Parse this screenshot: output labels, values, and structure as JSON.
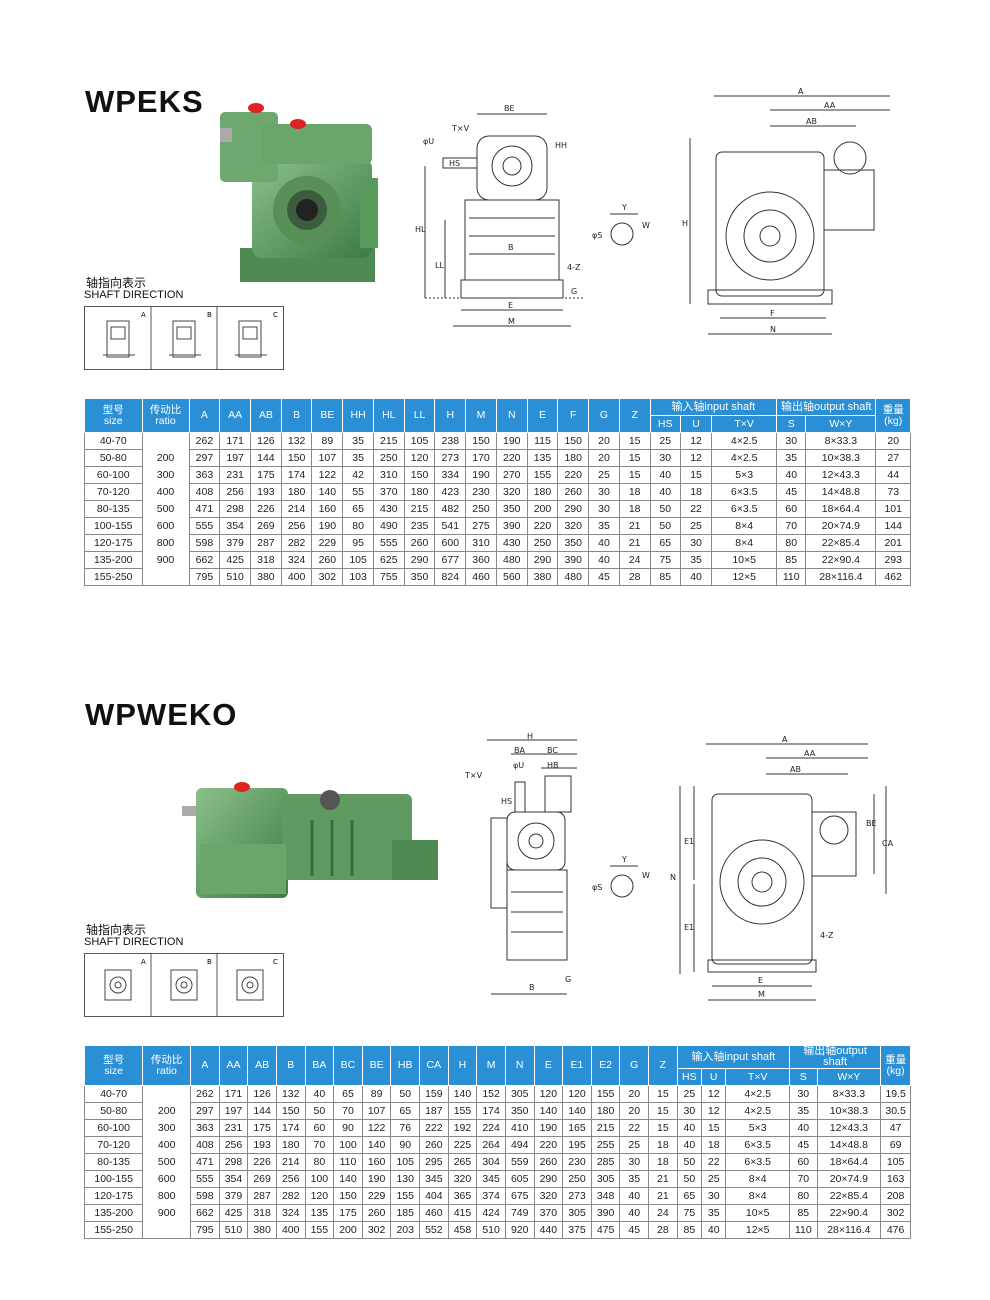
{
  "section1": {
    "title": "WPEKS",
    "shaft_cn": "轴指向表示",
    "shaft_en": "SHAFT DIRECTION",
    "shaft_panels": [
      "A",
      "B",
      "C"
    ],
    "headers": {
      "size_cn": "型号",
      "size_en": "size",
      "ratio_cn": "传动比",
      "ratio_en": "ratio",
      "dims": [
        "A",
        "AA",
        "AB",
        "B",
        "BE",
        "HH",
        "HL",
        "LL",
        "H",
        "M",
        "N",
        "E",
        "F",
        "G",
        "Z"
      ],
      "input_group": "输入轴input shaft",
      "input_cols": [
        "HS",
        "U",
        "T×V"
      ],
      "output_group": "输出轴output shaft",
      "output_cols": [
        "S",
        "W×Y"
      ],
      "weight_cn": "重量",
      "weight_en": "(kg)"
    },
    "ratios": [
      "200",
      "300",
      "400",
      "500",
      "600",
      "800",
      "900"
    ],
    "rows": [
      [
        "40-70",
        "262",
        "171",
        "126",
        "132",
        "89",
        "35",
        "215",
        "105",
        "238",
        "150",
        "190",
        "115",
        "150",
        "20",
        "15",
        "25",
        "12",
        "4×2.5",
        "30",
        "8×33.3",
        "20"
      ],
      [
        "50-80",
        "297",
        "197",
        "144",
        "150",
        "107",
        "35",
        "250",
        "120",
        "273",
        "170",
        "220",
        "135",
        "180",
        "20",
        "15",
        "30",
        "12",
        "4×2.5",
        "35",
        "10×38.3",
        "27"
      ],
      [
        "60-100",
        "363",
        "231",
        "175",
        "174",
        "122",
        "42",
        "310",
        "150",
        "334",
        "190",
        "270",
        "155",
        "220",
        "25",
        "15",
        "40",
        "15",
        "5×3",
        "40",
        "12×43.3",
        "44"
      ],
      [
        "70-120",
        "408",
        "256",
        "193",
        "180",
        "140",
        "55",
        "370",
        "180",
        "423",
        "230",
        "320",
        "180",
        "260",
        "30",
        "18",
        "40",
        "18",
        "6×3.5",
        "45",
        "14×48.8",
        "73"
      ],
      [
        "80-135",
        "471",
        "298",
        "226",
        "214",
        "160",
        "65",
        "430",
        "215",
        "482",
        "250",
        "350",
        "200",
        "290",
        "30",
        "18",
        "50",
        "22",
        "6×3.5",
        "60",
        "18×64.4",
        "101"
      ],
      [
        "100-155",
        "555",
        "354",
        "269",
        "256",
        "190",
        "80",
        "490",
        "235",
        "541",
        "275",
        "390",
        "220",
        "320",
        "35",
        "21",
        "50",
        "25",
        "8×4",
        "70",
        "20×74.9",
        "144"
      ],
      [
        "120-175",
        "598",
        "379",
        "287",
        "282",
        "229",
        "95",
        "555",
        "260",
        "600",
        "310",
        "430",
        "250",
        "350",
        "40",
        "21",
        "65",
        "30",
        "8×4",
        "80",
        "22×85.4",
        "201"
      ],
      [
        "135-200",
        "662",
        "425",
        "318",
        "324",
        "260",
        "105",
        "625",
        "290",
        "677",
        "360",
        "480",
        "290",
        "390",
        "40",
        "24",
        "75",
        "35",
        "10×5",
        "85",
        "22×90.4",
        "293"
      ],
      [
        "155-250",
        "795",
        "510",
        "380",
        "400",
        "302",
        "103",
        "755",
        "350",
        "824",
        "460",
        "560",
        "380",
        "480",
        "45",
        "28",
        "85",
        "40",
        "12×5",
        "110",
        "28×116.4",
        "462"
      ]
    ],
    "drawing_labels": {
      "side": [
        "BE",
        "T×V",
        "φU",
        "HS",
        "HH",
        "HL",
        "LL",
        "B",
        "E",
        "M",
        "4-Z",
        "G"
      ],
      "shaft_detail": [
        "Y",
        "W",
        "φS"
      ],
      "front": [
        "A",
        "AA",
        "AB",
        "H",
        "F",
        "N"
      ]
    }
  },
  "section2": {
    "title": "WPWEKO",
    "shaft_cn": "轴指向表示",
    "shaft_en": "SHAFT DIRECTION",
    "shaft_panels": [
      "A",
      "B",
      "C"
    ],
    "headers": {
      "size_cn": "型号",
      "size_en": "size",
      "ratio_cn": "传动比",
      "ratio_en": "ratio",
      "dims": [
        "A",
        "AA",
        "AB",
        "B",
        "BA",
        "BC",
        "BE",
        "HB",
        "CA",
        "H",
        "M",
        "N",
        "E",
        "E1",
        "E2",
        "G",
        "Z"
      ],
      "input_group": "输入轴input shaft",
      "input_cols": [
        "HS",
        "U",
        "T×V"
      ],
      "output_group": "输出轴output shaft",
      "output_cols": [
        "S",
        "W×Y"
      ],
      "weight_cn": "重量",
      "weight_en": "(kg)"
    },
    "ratios": [
      "200",
      "300",
      "400",
      "500",
      "600",
      "800",
      "900"
    ],
    "rows": [
      [
        "40-70",
        "262",
        "171",
        "126",
        "132",
        "40",
        "65",
        "89",
        "50",
        "159",
        "140",
        "152",
        "305",
        "120",
        "120",
        "155",
        "20",
        "15",
        "25",
        "12",
        "4×2.5",
        "30",
        "8×33.3",
        "19.5"
      ],
      [
        "50-80",
        "297",
        "197",
        "144",
        "150",
        "50",
        "70",
        "107",
        "65",
        "187",
        "155",
        "174",
        "350",
        "140",
        "140",
        "180",
        "20",
        "15",
        "30",
        "12",
        "4×2.5",
        "35",
        "10×38.3",
        "30.5"
      ],
      [
        "60-100",
        "363",
        "231",
        "175",
        "174",
        "60",
        "90",
        "122",
        "76",
        "222",
        "192",
        "224",
        "410",
        "190",
        "165",
        "215",
        "22",
        "15",
        "40",
        "15",
        "5×3",
        "40",
        "12×43.3",
        "47"
      ],
      [
        "70-120",
        "408",
        "256",
        "193",
        "180",
        "70",
        "100",
        "140",
        "90",
        "260",
        "225",
        "264",
        "494",
        "220",
        "195",
        "255",
        "25",
        "18",
        "40",
        "18",
        "6×3.5",
        "45",
        "14×48.8",
        "69"
      ],
      [
        "80-135",
        "471",
        "298",
        "226",
        "214",
        "80",
        "110",
        "160",
        "105",
        "295",
        "265",
        "304",
        "559",
        "260",
        "230",
        "285",
        "30",
        "18",
        "50",
        "22",
        "6×3.5",
        "60",
        "18×64.4",
        "105"
      ],
      [
        "100-155",
        "555",
        "354",
        "269",
        "256",
        "100",
        "140",
        "190",
        "130",
        "345",
        "320",
        "345",
        "605",
        "290",
        "250",
        "305",
        "35",
        "21",
        "50",
        "25",
        "8×4",
        "70",
        "20×74.9",
        "163"
      ],
      [
        "120-175",
        "598",
        "379",
        "287",
        "282",
        "120",
        "150",
        "229",
        "155",
        "404",
        "365",
        "374",
        "675",
        "320",
        "273",
        "348",
        "40",
        "21",
        "65",
        "30",
        "8×4",
        "80",
        "22×85.4",
        "208"
      ],
      [
        "135-200",
        "662",
        "425",
        "318",
        "324",
        "135",
        "175",
        "260",
        "185",
        "460",
        "415",
        "424",
        "749",
        "370",
        "305",
        "390",
        "40",
        "24",
        "75",
        "35",
        "10×5",
        "85",
        "22×90.4",
        "302"
      ],
      [
        "155-250",
        "795",
        "510",
        "380",
        "400",
        "155",
        "200",
        "302",
        "203",
        "552",
        "458",
        "510",
        "920",
        "440",
        "375",
        "475",
        "45",
        "28",
        "85",
        "40",
        "12×5",
        "110",
        "28×116.4",
        "476"
      ]
    ],
    "drawing_labels": {
      "side": [
        "H",
        "BA",
        "BC",
        "φU",
        "HB",
        "T×V",
        "HS",
        "B",
        "G"
      ],
      "shaft_detail": [
        "Y",
        "W",
        "φS"
      ],
      "front": [
        "A",
        "AA",
        "AB",
        "BE",
        "CA",
        "E1",
        "N",
        "E1",
        "4-Z",
        "E",
        "M"
      ]
    }
  },
  "colors": {
    "header_blue": "#2b8fd6",
    "gear_green": "#5a9a5c",
    "red_cap": "#d22"
  }
}
